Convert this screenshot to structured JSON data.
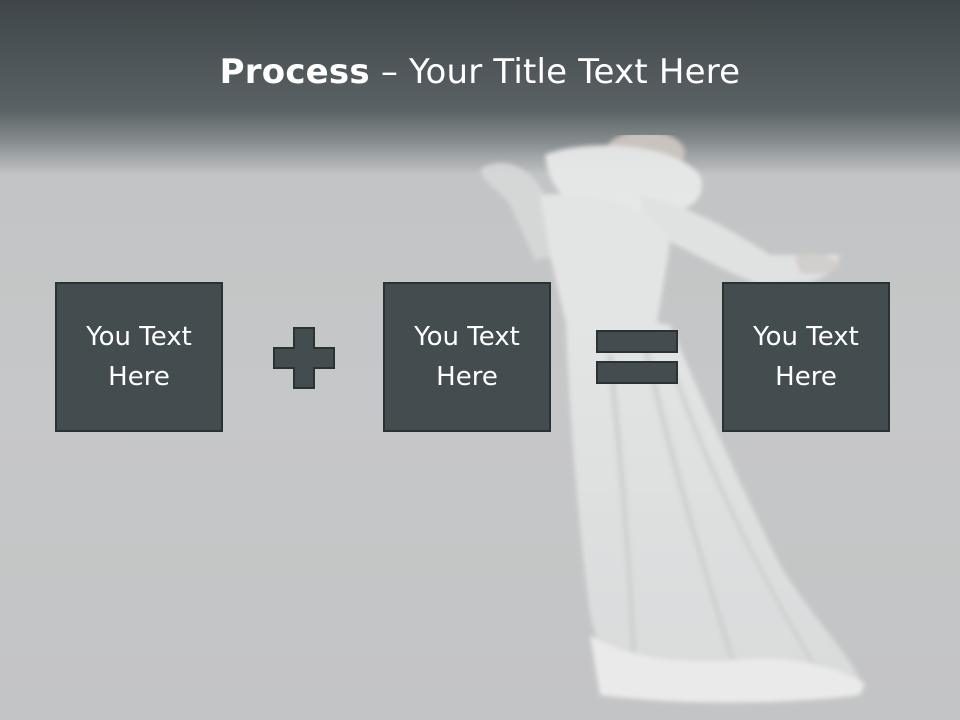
{
  "slide": {
    "title_bold": "Process",
    "title_separator": " – ",
    "title_rest": "Your Title Text Here",
    "boxes": [
      {
        "text": "You Text Here"
      },
      {
        "text": "You Text Here"
      },
      {
        "text": "You Text Here"
      }
    ],
    "operators": [
      "plus-icon",
      "equals-icon"
    ],
    "colors": {
      "box_fill": "#434c4f",
      "box_border": "#2b3234",
      "header_dark": "#3f4649",
      "background": "#c6c7c8",
      "text": "#ffffff"
    }
  }
}
